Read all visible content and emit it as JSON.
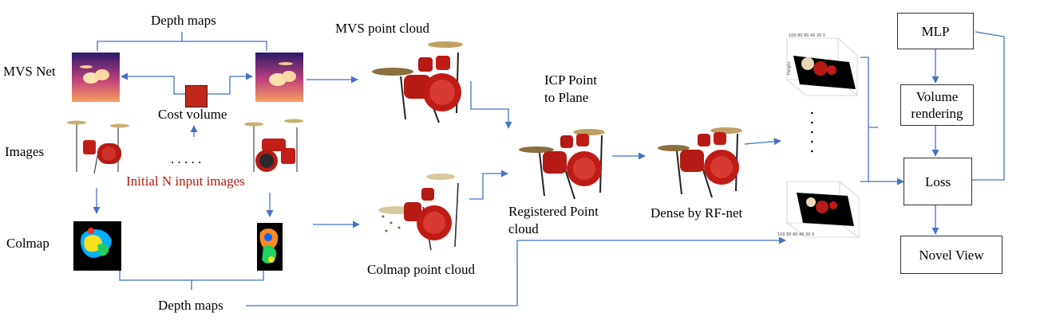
{
  "labels": {
    "depth_maps_top": "Depth maps",
    "mvs_point_cloud": "MVS point cloud",
    "mvs_net": "MVS Net",
    "cost_volume": "Cost volume",
    "images": "Images",
    "dots": ". . . . .",
    "initial_n_input_images": "Initial N input images",
    "colmap": "Colmap",
    "depth_maps_bottom": "Depth maps",
    "colmap_point_cloud": "Colmap point cloud",
    "icp_point_to_plane_line1": "ICP Point",
    "icp_point_to_plane_line2": "to Plane",
    "registered_point_cloud_line1": "Registered Point",
    "registered_point_cloud_line2": "cloud",
    "dense_by_rf_net": "Dense by RF-net",
    "vertical_dots": ". . . . ."
  },
  "boxes": {
    "mlp": "MLP",
    "volume_rendering_line1": "Volume",
    "volume_rendering_line2": "rendering",
    "loss": "Loss",
    "novel_view": "Novel View"
  },
  "colors": {
    "arrow": "#4472c4",
    "cost_volume_fill": "#c0281c",
    "red_text": "#b51a14"
  }
}
